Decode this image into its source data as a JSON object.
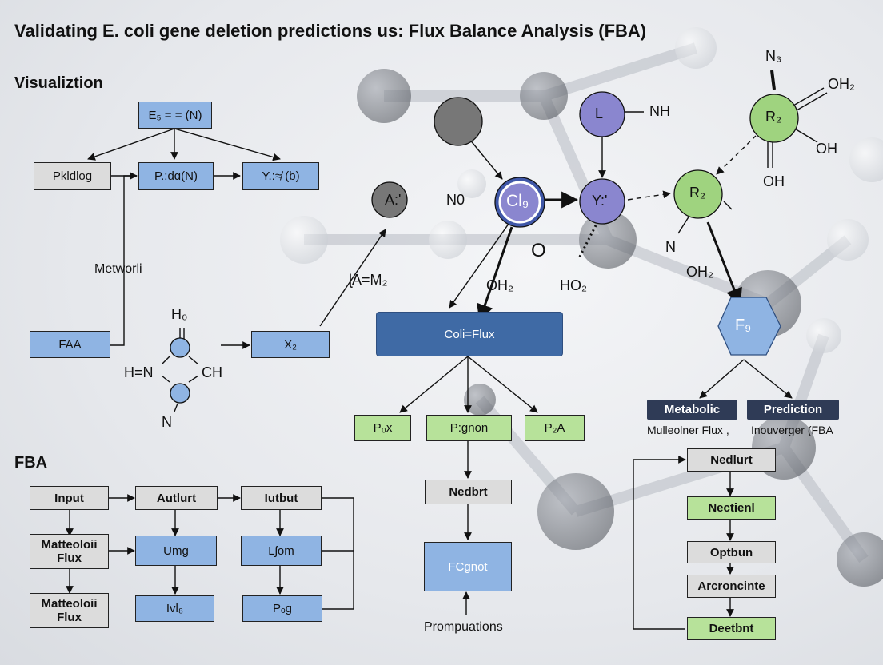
{
  "title": "Validating E. coli gene deletion predictions us: Flux Balance Analysis (FBA)",
  "sections": {
    "visualization": "Visualiztion",
    "fba": "FBA"
  },
  "flow_top": {
    "root": "E₅ = = (N)",
    "pkldlog": "Pkldlog",
    "pad": "P.:dɑ(N)",
    "y": "Y.:≉ (b)",
    "network_label": "Metworli",
    "faa": "FAA",
    "x2": "X₂"
  },
  "molecule_small": {
    "h": "H₀",
    "hn": "H=N",
    "ch": "CH",
    "n": "N"
  },
  "network": {
    "a_node": "A:'",
    "no_label": "N0",
    "cl_node": "Cl₉",
    "l_node": "L",
    "nh_label": "NH",
    "y_node": "Y:'",
    "o_label": "O",
    "oh2_left": "OH₂",
    "ho2": "HO₂",
    "ratio": "ɭA=M₂",
    "r2_top": "R₂",
    "n3": "N₃",
    "oh2_top": "OH₂",
    "oh_right": "OH",
    "oh_bottom": "OH",
    "r2_mid": "R₂",
    "n_label": "N",
    "oh2_mid": "OH₂",
    "f_hex": "F₉"
  },
  "center": {
    "coli_flux": "Coli=Flux",
    "p_x": "P₀x",
    "p_gnon": "P:gnon",
    "p2a": "P₂A",
    "nedbrt": "Nedbrt",
    "fc_not": "FCɡnot",
    "promputations": "Prompuations"
  },
  "right": {
    "metabolic": "Metabolic",
    "prediction": "Prediction",
    "metabolic_sub": "Mulleolner Flux ,",
    "prediction_sub": "Inouverger (FBA",
    "steps": [
      "Nedlurt",
      "Nectienl",
      "Optbun",
      "Arcroncinte",
      "Deetbnt"
    ]
  },
  "fba_grid": {
    "row1": [
      "Input",
      "Autlurt",
      "Iutbut"
    ],
    "row2": [
      "Matteoloii Flux",
      "Umg",
      "Lʃom"
    ],
    "row3": [
      "Matteoloii Flux",
      "Ivl₈",
      "Pₒg"
    ]
  },
  "colors": {
    "blue_box": "#8fb4e3",
    "gray_box": "#dcdcdc",
    "green_box": "#b7e29a",
    "dark_box": "#3f6aa5",
    "navy_label": "#2f3b56",
    "node_gray": "#777777",
    "node_purple": "#8a86cf",
    "node_green": "#9fd37f",
    "node_blue": "#8fb4e3"
  }
}
